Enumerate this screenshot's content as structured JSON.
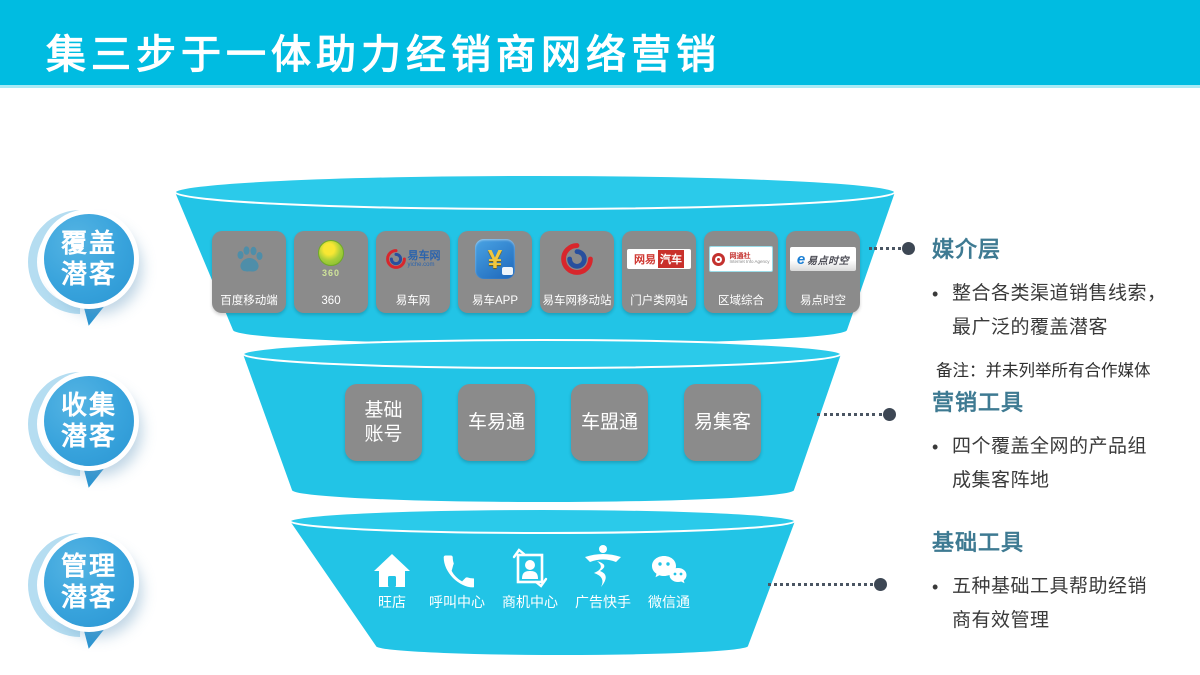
{
  "title": "集三步于一体助力经销商网络营销",
  "colors": {
    "header_cyan": "#00bce1",
    "funnel_cyan": "#22c4e6",
    "funnel_rim_cyan": "#2bcaea",
    "badge_blue": "#38a3dc",
    "badge_crescent": "#b5ddf1",
    "box_gray": "#8b8b8b",
    "heading_teal": "#3e7a92",
    "body_text": "#3a3a3a",
    "connector_dot": "#3d4754"
  },
  "badges": [
    {
      "lines": [
        "覆盖",
        "潜客"
      ]
    },
    {
      "lines": [
        "收集",
        "潜客"
      ]
    },
    {
      "lines": [
        "管理",
        "潜客"
      ]
    }
  ],
  "funnel": {
    "media_tier": {
      "items": [
        {
          "icon": "baidu-paw-icon",
          "label": "百度移动端"
        },
        {
          "icon": "360-globe-icon",
          "label": "360",
          "logo_text": "360"
        },
        {
          "icon": "yiche-swirl-icon",
          "label": "易车网",
          "logo_text": "易车网",
          "logo_sub": "yiche.com"
        },
        {
          "icon": "yiche-app-icon",
          "label": "易车APP",
          "logo_text": "¥"
        },
        {
          "icon": "yiche-swirl-icon",
          "label": "易车网移动站"
        },
        {
          "icon": "netease-auto-logo",
          "label": "门户类网站",
          "logo_text": "网易",
          "logo_text2": "汽车"
        },
        {
          "icon": "wangtongshe-logo",
          "label": "区域综合",
          "logo_text": "网通社",
          "logo_sub": "Internet Info Agency"
        },
        {
          "icon": "yidian-shikong-logo",
          "label": "易点时空",
          "logo_text": "e",
          "logo_text2": "易点时空"
        }
      ]
    },
    "tools_tier": {
      "items": [
        {
          "lines": [
            "基础",
            "账号"
          ]
        },
        {
          "lines": [
            "车易通"
          ]
        },
        {
          "lines": [
            "车盟通"
          ]
        },
        {
          "lines": [
            "易集客"
          ]
        }
      ]
    },
    "basic_tier": {
      "items": [
        {
          "icon": "house-icon",
          "label": "旺店"
        },
        {
          "icon": "phone-icon",
          "label": "呼叫中心"
        },
        {
          "icon": "person-frame-icon",
          "label": "商机中心"
        },
        {
          "icon": "announcer-icon",
          "label": "广告快手"
        },
        {
          "icon": "wechat-icon",
          "label": "微信通"
        }
      ]
    }
  },
  "annotations": [
    {
      "heading": "媒介层",
      "bullet_lines": [
        "整合各类渠道销售线索，",
        "最广泛的覆盖潜客"
      ],
      "note": "备注：并未列举所有合作媒体"
    },
    {
      "heading": "营销工具",
      "bullet_lines": [
        "四个覆盖全网的产品组",
        "成集客阵地"
      ]
    },
    {
      "heading": "基础工具",
      "bullet_lines": [
        "五种基础工具帮助经销",
        "商有效管理"
      ]
    }
  ]
}
